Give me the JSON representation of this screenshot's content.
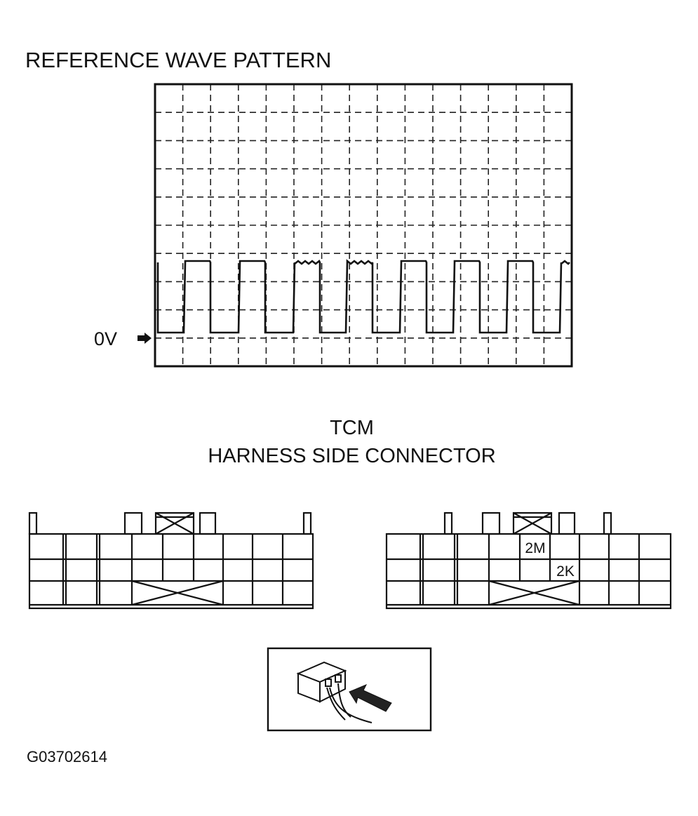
{
  "diagram": {
    "title": "REFERENCE WAVE PATTERN",
    "zero_label": "0V",
    "connector_title_1": "TCM",
    "connector_title_2": "HARNESS SIDE CONNECTOR",
    "terminal_labels": [
      "2M",
      "2K"
    ],
    "figure_code": "G03702614"
  },
  "colors": {
    "ink": "#111111",
    "background": "#ffffff"
  }
}
